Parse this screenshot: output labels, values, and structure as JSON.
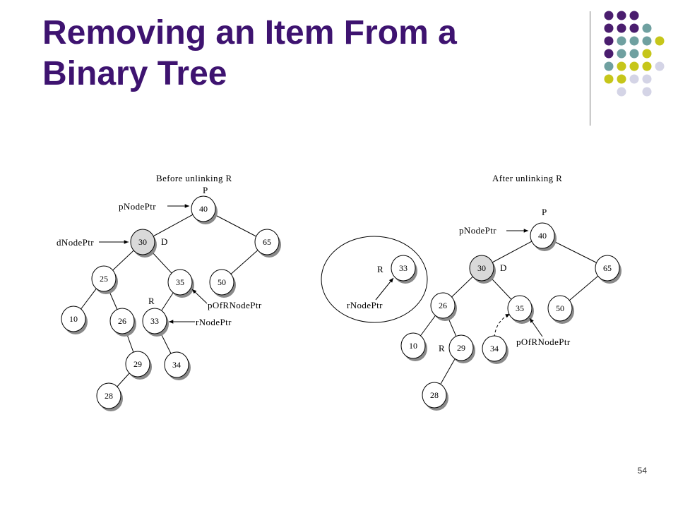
{
  "slide": {
    "title_line1": "Removing an Item From a",
    "title_line2": "Binary Tree",
    "page_number": "54"
  },
  "colors": {
    "title": "#3e1370",
    "dot_purple": "#4a1d6e",
    "dot_teal": "#6fa0a0",
    "dot_yellow": "#c6c61a",
    "dot_lavender": "#d4d4e6",
    "node_fill": "#ffffff",
    "highlight_node_fill": "#d9d9d9",
    "node_shadow": "#8a8a8a"
  },
  "decor_dots": [
    [
      "purple",
      "purple",
      "purple",
      "",
      ""
    ],
    [
      "purple",
      "purple",
      "purple",
      "teal",
      ""
    ],
    [
      "purple",
      "teal",
      "teal",
      "teal",
      "yellow"
    ],
    [
      "purple",
      "teal",
      "teal",
      "yellow",
      ""
    ],
    [
      "teal",
      "yellow",
      "yellow",
      "yellow",
      "lavender"
    ],
    [
      "yellow",
      "yellow",
      "lavender",
      "lavender",
      ""
    ],
    [
      "",
      "lavender",
      "",
      "lavender",
      ""
    ]
  ],
  "before": {
    "caption": "Before unlinking R",
    "nodes": [
      {
        "key": "40",
        "label": "40",
        "highlight": false
      },
      {
        "key": "30",
        "label": "30",
        "highlight": true
      },
      {
        "key": "65",
        "label": "65",
        "highlight": false
      },
      {
        "key": "25",
        "label": "25",
        "highlight": false
      },
      {
        "key": "35",
        "label": "35",
        "highlight": false
      },
      {
        "key": "50",
        "label": "50",
        "highlight": false
      },
      {
        "key": "10",
        "label": "10",
        "highlight": false
      },
      {
        "key": "26",
        "label": "26",
        "highlight": false
      },
      {
        "key": "33",
        "label": "33",
        "highlight": false
      },
      {
        "key": "29",
        "label": "29",
        "highlight": false
      },
      {
        "key": "34",
        "label": "34",
        "highlight": false
      },
      {
        "key": "28",
        "label": "28",
        "highlight": false
      }
    ],
    "node_tags": {
      "P": "P",
      "D": "D",
      "R": "R"
    },
    "pointers": {
      "pNodePtr": "pNodePtr",
      "dNodePtr": "dNodePtr",
      "pOfRNodePtr": "pOfRNodePtr",
      "rNodePtr": "rNodePtr"
    }
  },
  "after": {
    "caption": "After unlinking R",
    "nodes": [
      {
        "key": "40",
        "label": "40",
        "highlight": false
      },
      {
        "key": "30",
        "label": "30",
        "highlight": true
      },
      {
        "key": "65",
        "label": "65",
        "highlight": false
      },
      {
        "key": "26",
        "label": "26",
        "highlight": false
      },
      {
        "key": "35",
        "label": "35",
        "highlight": false
      },
      {
        "key": "50",
        "label": "50",
        "highlight": false
      },
      {
        "key": "10",
        "label": "10",
        "highlight": false
      },
      {
        "key": "29",
        "label": "29",
        "highlight": false
      },
      {
        "key": "34",
        "label": "34",
        "highlight": false
      },
      {
        "key": "28",
        "label": "28",
        "highlight": false
      }
    ],
    "detached": {
      "node_label": "33",
      "tag": "R",
      "pointer": "rNodePtr"
    },
    "node_tags": {
      "P": "P",
      "D": "D",
      "R": "R"
    },
    "pointers": {
      "pNodePtr": "pNodePtr",
      "pOfRNodePtr": "pOfRNodePtr"
    }
  }
}
